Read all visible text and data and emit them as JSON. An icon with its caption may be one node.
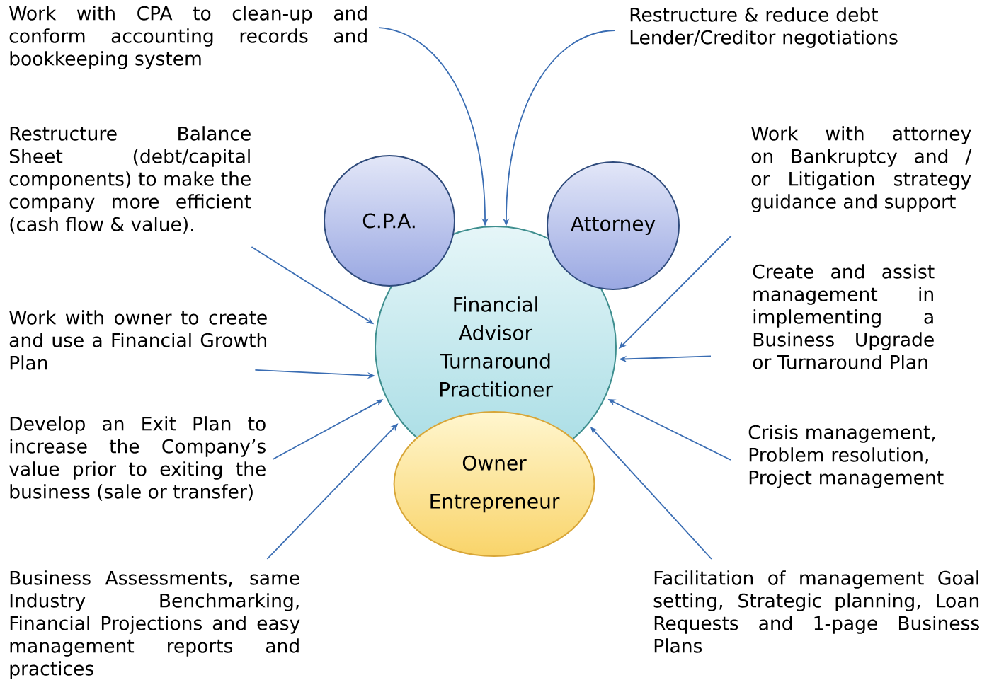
{
  "diagram": {
    "nodes": [
      {
        "text": [
          "Work with CPA to clean-up and conform accounting records and bookkeeping system"
        ]
      },
      {
        "text": [
          "Restructure & reduce debt Lender/Creditor negotiations"
        ]
      },
      {
        "text": [
          "Restructure Balance Sheet (debt/capital components) to make the company more efficient (cash flow & value)."
        ]
      },
      {
        "text": [
          "Work with attorney on Bankruptcy and / or Litigation strategy guidance and support"
        ]
      },
      {
        "text": [
          "C.P.A."
        ]
      },
      {
        "text": [
          "Attorney"
        ]
      },
      {
        "text": [
          "Financial Advisor Turnaround Practitioner"
        ]
      },
      {
        "text": [
          "Work with owner to create and use a Financial Growth Plan"
        ]
      },
      {
        "text": [
          "Create and assist management in implementing a Business Upgrade or Turnaround Plan"
        ]
      },
      {
        "text": [
          "Develop an Exit Plan to increase the Company’s value prior to exiting the business (sale or transfer)"
        ]
      },
      {
        "text": [
          "Crisis management, Problem resolution, Project management"
        ]
      },
      {
        "text": [
          "Owner Entrepreneur"
        ]
      },
      {
        "text": [
          "Business Assessments, same Industry Benchmarking, Financial Projections and easy management reports and practices"
        ]
      },
      {
        "text": [
          "Facilitation of management Goal setting, Strategic planning, Loan Requests and 1-page Business Plans"
        ]
      }
    ],
    "edges": [
      {
        "from": 0,
        "to": 6,
        "arrow": "to"
      },
      {
        "from": 1,
        "to": 6,
        "arrow": "to"
      },
      {
        "from": 2,
        "to": 6,
        "arrow": "to"
      },
      {
        "from": 3,
        "to": 6,
        "arrow": "to"
      },
      {
        "from": 7,
        "to": 6,
        "arrow": "to"
      },
      {
        "from": 8,
        "to": 6,
        "arrow": "to"
      },
      {
        "from": 9,
        "to": 6,
        "arrow": "to"
      },
      {
        "from": 10,
        "to": 6,
        "arrow": "to"
      },
      {
        "from": 12,
        "to": 6,
        "arrow": "to"
      },
      {
        "from": 13,
        "to": 6,
        "arrow": "to"
      }
    ]
  }
}
